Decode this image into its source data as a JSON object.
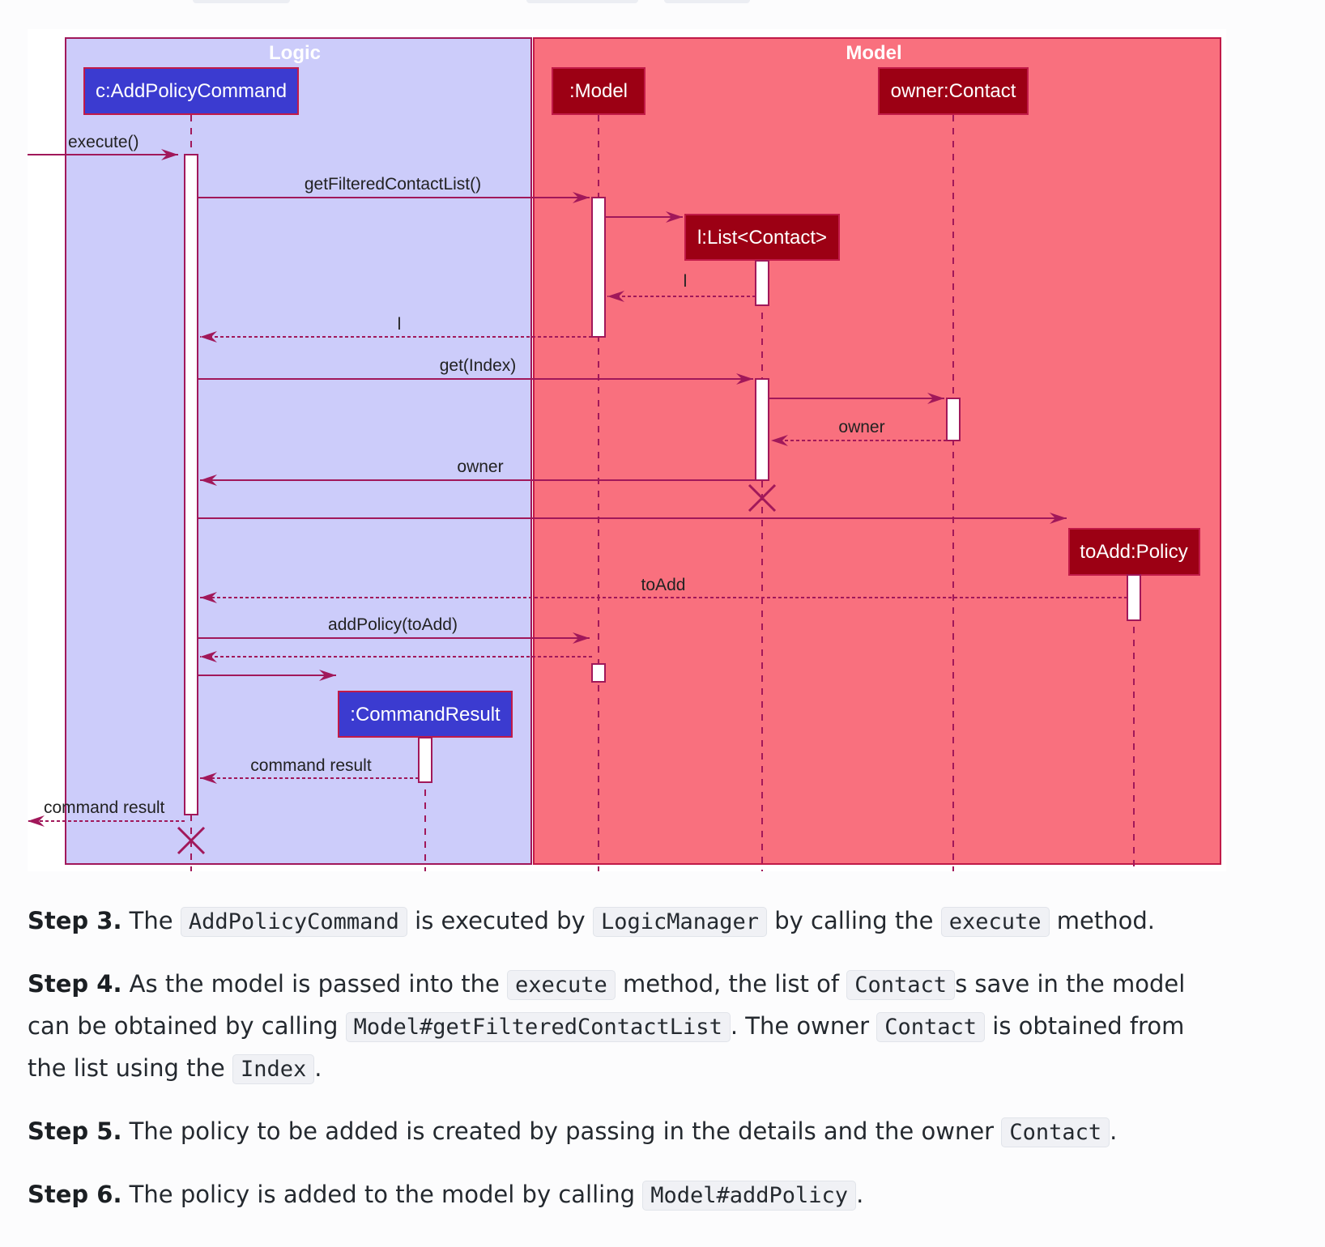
{
  "diagram": {
    "groups": [
      {
        "id": "logic",
        "label": "Logic",
        "fill": "#ccccfa",
        "stroke": "#a1185a"
      },
      {
        "id": "model",
        "label": "Model",
        "fill": "#f9707e",
        "stroke": "#c11a48"
      }
    ],
    "participants": [
      {
        "id": "cmd",
        "label": "c:AddPolicyCommand",
        "fill": "#3b3bd0",
        "stroke": "#c11a48"
      },
      {
        "id": "model",
        "label": ":Model",
        "fill": "#9c0014",
        "stroke": "#c11a48"
      },
      {
        "id": "list",
        "label": "l:List<Contact>",
        "fill": "#9c0014",
        "stroke": "#c11a48"
      },
      {
        "id": "owner",
        "label": "owner:Contact",
        "fill": "#9c0014",
        "stroke": "#c11a48"
      },
      {
        "id": "policy",
        "label": "toAdd:Policy",
        "fill": "#9c0014",
        "stroke": "#c11a48"
      },
      {
        "id": "result",
        "label": ":CommandResult",
        "fill": "#3b3bd0",
        "stroke": "#c11a48"
      }
    ],
    "messages": [
      {
        "from": "external",
        "to": "cmd",
        "label": "execute()",
        "kind": "call"
      },
      {
        "from": "cmd",
        "to": "model",
        "label": "getFilteredContactList()",
        "kind": "call"
      },
      {
        "from": "model",
        "to": "list",
        "label": "",
        "kind": "create"
      },
      {
        "from": "list",
        "to": "model",
        "label": "l",
        "kind": "return"
      },
      {
        "from": "model",
        "to": "cmd",
        "label": "l",
        "kind": "return"
      },
      {
        "from": "cmd",
        "to": "list",
        "label": "get(Index)",
        "kind": "call"
      },
      {
        "from": "list",
        "to": "owner",
        "label": "",
        "kind": "call"
      },
      {
        "from": "owner",
        "to": "list",
        "label": "owner",
        "kind": "return"
      },
      {
        "from": "list",
        "to": "cmd",
        "label": "owner",
        "kind": "call"
      },
      {
        "from": "cmd",
        "to": "policy",
        "label": "",
        "kind": "create"
      },
      {
        "from": "policy",
        "to": "cmd",
        "label": "toAdd",
        "kind": "return"
      },
      {
        "from": "cmd",
        "to": "model",
        "label": "addPolicy(toAdd)",
        "kind": "call"
      },
      {
        "from": "model",
        "to": "cmd",
        "label": "",
        "kind": "return"
      },
      {
        "from": "cmd",
        "to": "result",
        "label": "",
        "kind": "create"
      },
      {
        "from": "result",
        "to": "cmd",
        "label": "command result",
        "kind": "return"
      },
      {
        "from": "cmd",
        "to": "external",
        "label": "command result",
        "kind": "return"
      }
    ],
    "colors": {
      "arrow": "#a1185a",
      "activation": "#ffffff",
      "destroy": "#a1185a"
    }
  },
  "steps": [
    {
      "num": "Step 3.",
      "parts": [
        {
          "t": "text",
          "v": " The "
        },
        {
          "t": "code",
          "v": "AddPolicyCommand"
        },
        {
          "t": "text",
          "v": " is executed by "
        },
        {
          "t": "code",
          "v": "LogicManager"
        },
        {
          "t": "text",
          "v": " by calling the "
        },
        {
          "t": "code",
          "v": "execute"
        },
        {
          "t": "text",
          "v": " method."
        }
      ]
    },
    {
      "num": "Step 4.",
      "parts": [
        {
          "t": "text",
          "v": " As the model is passed into the "
        },
        {
          "t": "code",
          "v": "execute"
        },
        {
          "t": "text",
          "v": " method, the list of "
        },
        {
          "t": "code",
          "v": "Contact"
        },
        {
          "t": "text",
          "v": "s save in the model can be obtained by calling "
        },
        {
          "t": "code",
          "v": "Model#getFilteredContactList"
        },
        {
          "t": "text",
          "v": ". The owner "
        },
        {
          "t": "code",
          "v": "Contact"
        },
        {
          "t": "text",
          "v": " is obtained from the list using the "
        },
        {
          "t": "code",
          "v": "Index"
        },
        {
          "t": "text",
          "v": "."
        }
      ]
    },
    {
      "num": "Step 5.",
      "parts": [
        {
          "t": "text",
          "v": " The policy to be added is created by passing in the details and the owner "
        },
        {
          "t": "code",
          "v": "Contact"
        },
        {
          "t": "text",
          "v": "."
        }
      ]
    },
    {
      "num": "Step 6.",
      "parts": [
        {
          "t": "text",
          "v": " The policy is added to the model by calling "
        },
        {
          "t": "code",
          "v": "Model#addPolicy"
        },
        {
          "t": "text",
          "v": "."
        }
      ]
    }
  ]
}
